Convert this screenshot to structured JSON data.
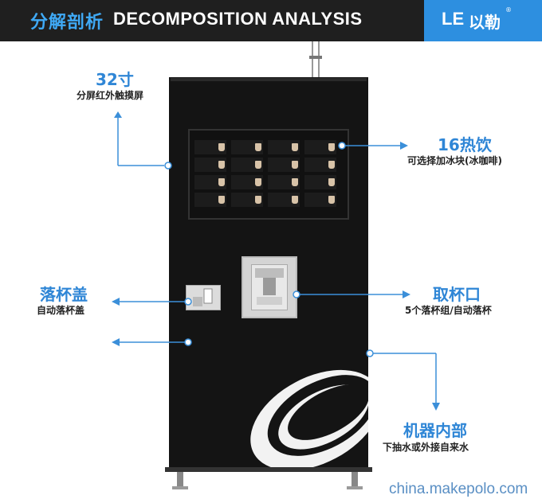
{
  "header": {
    "title_cn": "分解剖析",
    "title_en": "DECOMPOSITION ANALYSIS",
    "logo_mark": "LE",
    "logo_cn": "以勒",
    "logo_reg": "®"
  },
  "annotations": {
    "screen": {
      "title": "32寸",
      "desc": "分屏红外触摸屏"
    },
    "drinks": {
      "title": "16热饮",
      "desc": "可选择加冰块(冰咖啡)"
    },
    "lid": {
      "title": "落杯盖",
      "desc": "自动落杯盖"
    },
    "cup_outlet": {
      "title": "取杯口",
      "desc": "5个落杯组/自动落杯"
    },
    "internal": {
      "title": "机器内部",
      "desc": "下抽水或外接自来水"
    }
  },
  "watermark": "china.makepolo.com",
  "colors": {
    "accent": "#3b8fd9",
    "header_bg": "#1f1f1f",
    "logo_bg": "#2d8fe0",
    "machine": "#141414"
  }
}
